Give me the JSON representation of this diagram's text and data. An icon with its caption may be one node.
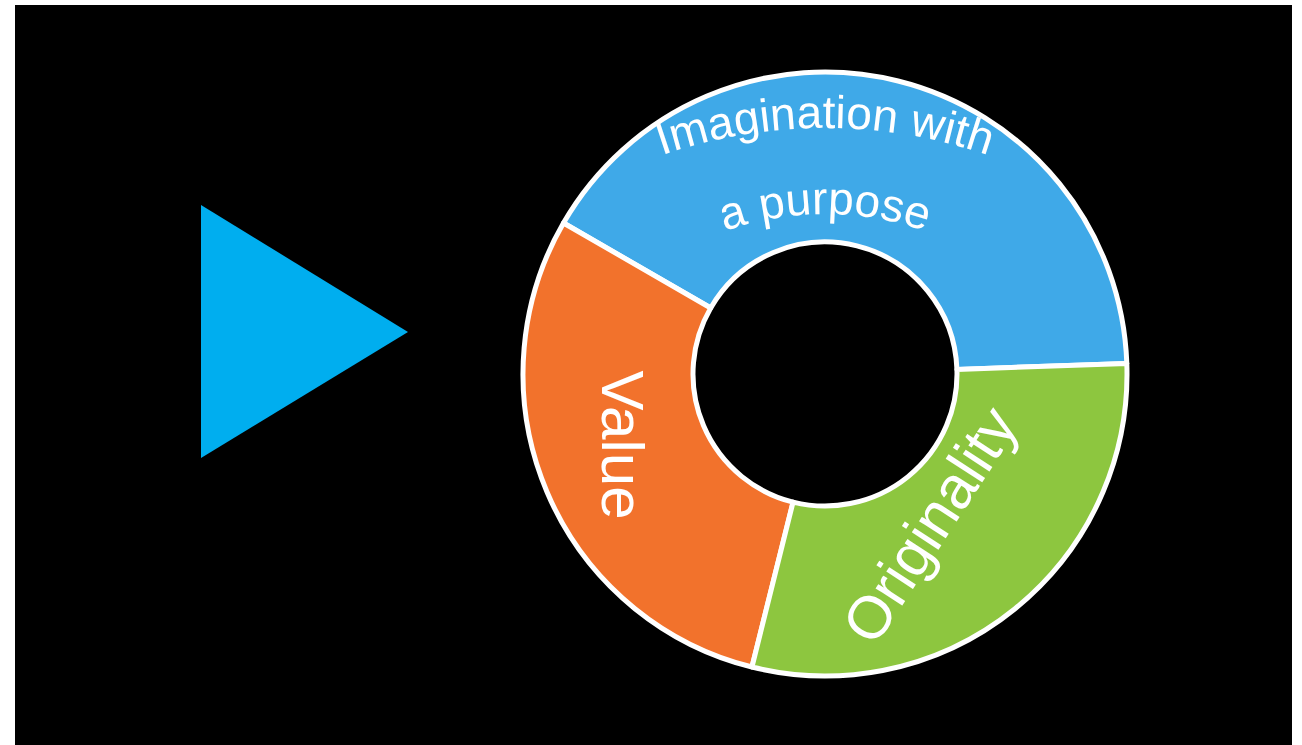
{
  "diagram": {
    "nodes": [
      {
        "text": [],
        "shape": "triangle"
      },
      {
        "text": [
          "Imagination with a purpose"
        ]
      },
      {
        "text": [
          "Value"
        ]
      },
      {
        "text": [
          "Originality"
        ]
      }
    ]
  }
}
